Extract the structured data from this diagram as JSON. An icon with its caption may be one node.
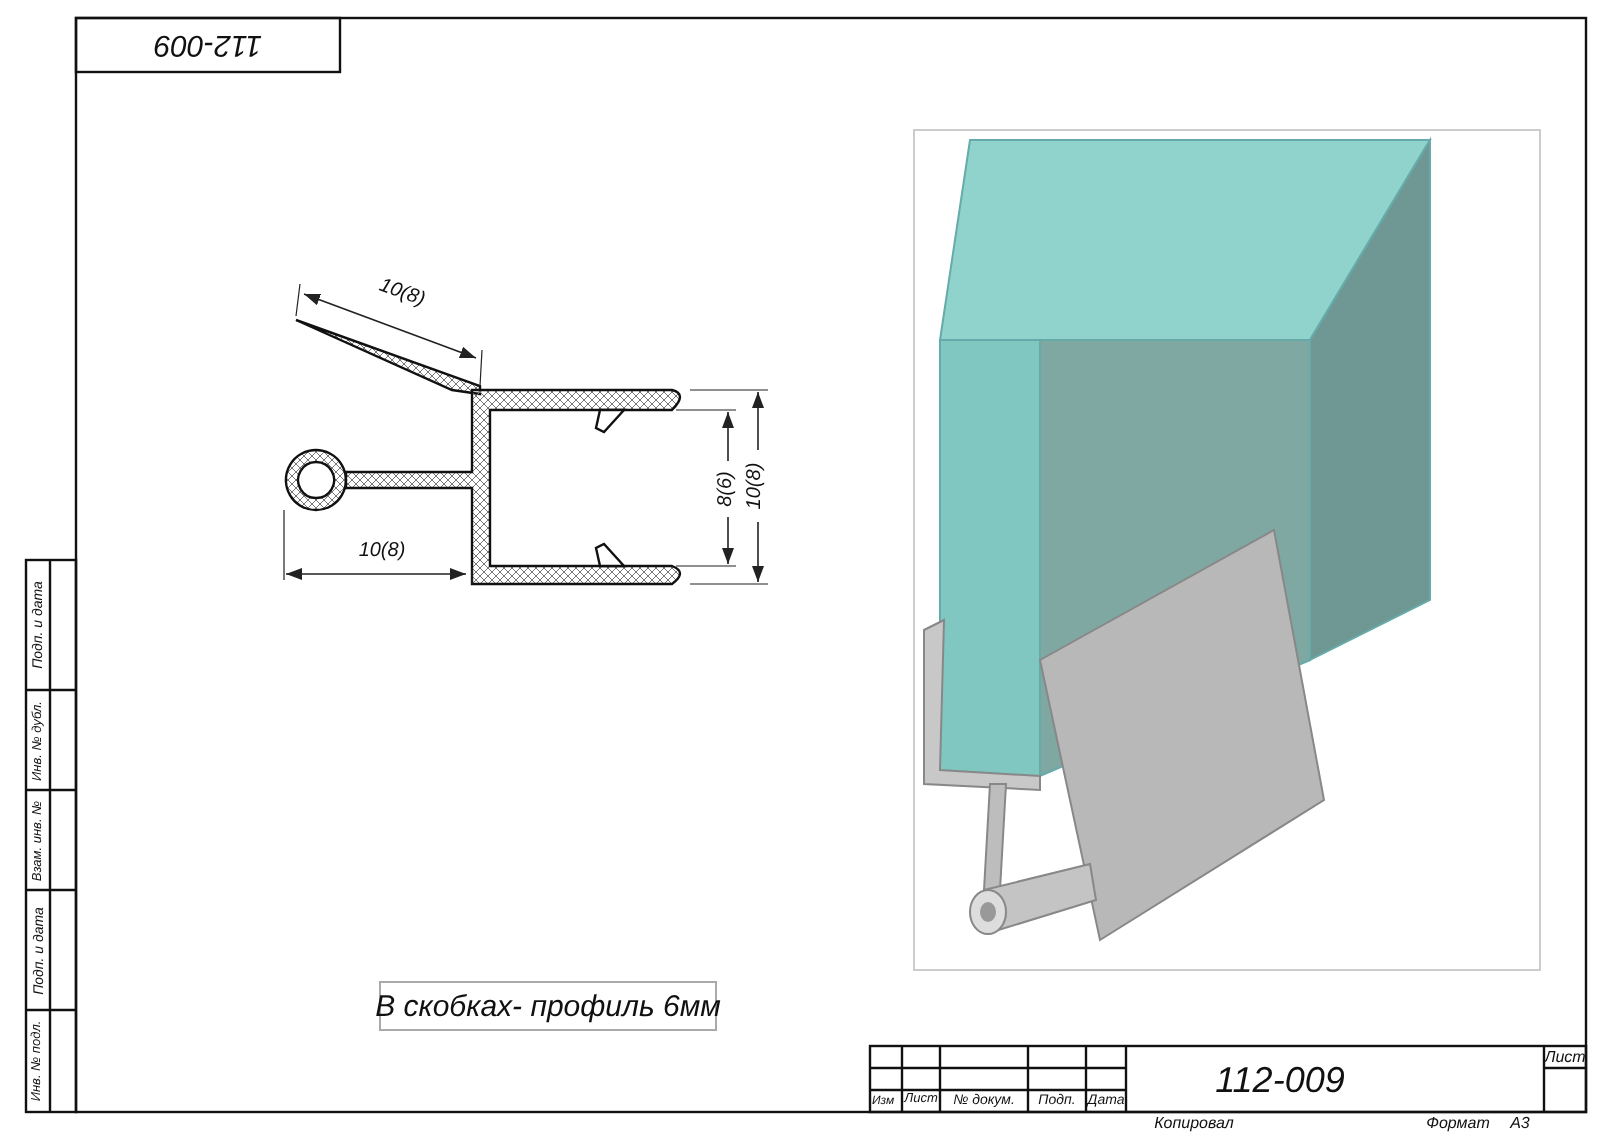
{
  "diagram": {
    "labels": [
      "112-009",
      "10(8)",
      "8(6)",
      "10(8)",
      "10(8)",
      "В скобках- профиль 6мм",
      "Подп. и дата",
      "Инв. № дубл.",
      "Взам. инв. №",
      "Подп. и дата",
      "Инв. № подл.",
      "112-009",
      "Лист",
      "Изм",
      "Лист",
      "№ докум.",
      "Подп.",
      "Дата",
      "Копировал",
      "Формат",
      "A3"
    ]
  }
}
